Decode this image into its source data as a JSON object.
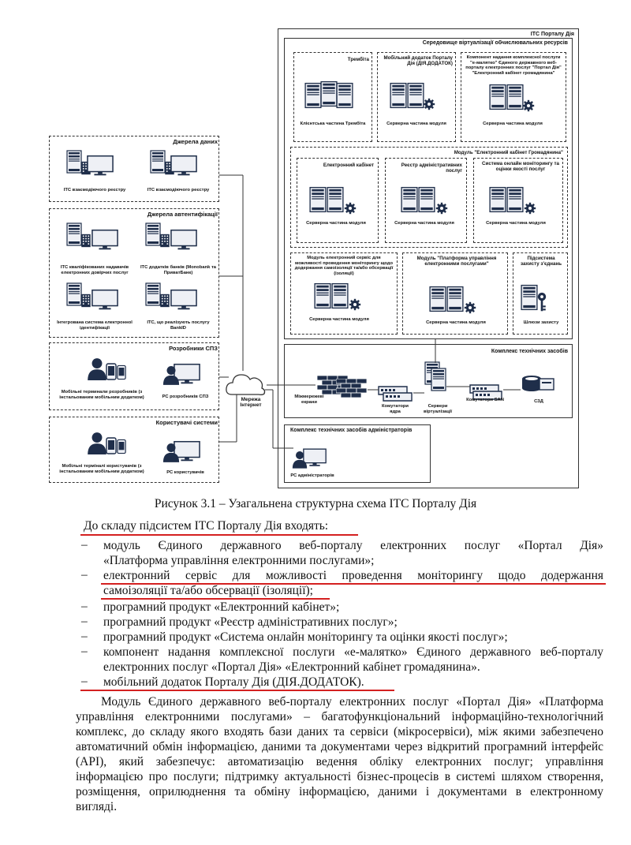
{
  "diagram": {
    "itc_portal_title": "ІТС Порталу Дія",
    "virtualization": {
      "title": "Середовище віртуалізації обчислювальних ресурсів",
      "trembita": {
        "title": "Трембіта",
        "item": "Клієнтська частина Трембіта"
      },
      "mobile_app": {
        "title": "Мобільний додаток Порталу Дія (ДІЯ.ДОДАТОК)",
        "item": "Серверна частина модуля"
      },
      "emalyatko": {
        "title": "Компонент надання комплексної послуги \"е-малятко\" Єдиного державного веб-порталу електронних послуг \"Портал Дія\" \"Електронний кабінет громадянина\"",
        "item": "Серверна частина модуля"
      },
      "cabinet_module": {
        "title": "Модуль \"Електронний кабінет Громадянина\"",
        "e_cabinet": {
          "title": "Електронний кабінет",
          "item": "Серверна частина модуля"
        },
        "registry": {
          "title": "Реєстр адміністративних послуг",
          "item": "Серверна частина модуля"
        },
        "monitoring": {
          "title": "Система онлайн моніторингу та оцінки якості послуг",
          "item": "Серверна частина модуля"
        }
      },
      "isolation": {
        "title": "Модуль електронний сервіс для можливості проведення моніторингу щодо додержання самоізоляції та/або обсервації (ізоляції)",
        "item": "Серверна частина модуля"
      },
      "platform": {
        "title": "Модуль \"Платформа управління електронними послугами\"",
        "item": "Серверна частина модуля"
      },
      "protection": {
        "title": "Підсистема захисту з'єднань",
        "item": "Шлюзи захисту"
      }
    },
    "tech": {
      "title": "Комплекс технічних засобів",
      "firewalls": "Міжмережеві екрани",
      "core_switches": "Комутатори ядра",
      "virt_servers": "Сервери віртуалізації",
      "san_switches": "Комутатори SAN",
      "storage": "СЗД"
    },
    "admin": {
      "title": "Комплекс технічних засобів адміністраторів",
      "item": "РС адміністраторів"
    },
    "network": "Мережа Інтернет",
    "data_sources": {
      "title": "Джерела даних",
      "item1": "ІТС взаємодіючого реєстру",
      "item2": "ІТС взаємодіючого реєстру"
    },
    "auth_sources": {
      "title": "Джерела автентифікації",
      "item1": "ІТС кваліфікованих надавачів електронних довірчих послуг",
      "item2": "ІТС додатків банків (Monobank та ПриватБанк)",
      "item3": "Інтегрована система електронної ідентифікації",
      "item4": "ІТС, що реалізують послугу BankID"
    },
    "developers": {
      "title": "Розробники СПЗ",
      "item1": "Мобільні терминали розробників (з інстальованим мобільним додатком)",
      "item2": "РС розробників СПЗ"
    },
    "users": {
      "title": "Користувачі системи",
      "item1": "Мобільні терміналі користувачів (з інстальованим мобільним додатком)",
      "item2": "РС користувачів"
    }
  },
  "text": {
    "caption": "Рисунок 3.1 – Узагальнена структурна схема ІТС Порталу Дія",
    "lead": "До складу підсистем ІТС Порталу Дія входять:",
    "dash": "–",
    "b1_l1": "модуль Єдиного державного веб-порталу електронних послуг «Портал Дія»",
    "b1_l2": "«Платформа управління електронними послугами»;",
    "b2_l1": "електронний сервіс для можливості проведення моніторингу щодо додержання",
    "b2_l2": "самоізоляції та/або обсервації (ізоляції);",
    "b3": "програмний продукт «Електронний кабінет»;",
    "b4": "програмний продукт «Реєстр адміністративних послуг»;",
    "b5": "програмний продукт «Система онлайн моніторингу та оцінки якості послуг»;",
    "b6_l1": "компонент надання комплексної послуги «е-малятко» Єдиного державного веб-порталу",
    "b6_l2": "електронних послуг «Портал Дія» «Електронний кабінет громадянина».",
    "b7": "мобільний додаток Порталу Дія (ДІЯ.ДОДАТОК).",
    "p_l1": "Модуль Єдиного державного веб-порталу електронних послуг «Портал Дія» «Платформа",
    "p_l2": "управління електронними послугами» – багатофункціональний інформаційно-технологічний",
    "p_l3": "комплекс, до складу якого входять бази даних та сервіси (мікросервіси), між якими забезпечено",
    "p_l4": "автоматичний обмін інформацією, даними та документами через відкритий програмний інтерфейс",
    "p_l5": "(API), який забезпечує: автоматизацію ведення обліку електронних послуг; управління",
    "p_l6": "інформацією про послуги; підтримку актуальності бізнес-процесів в системі шляхом створення,",
    "p_l7": "розміщення, оприлюднення та обміну інформацією, даними і документами в електронному",
    "p_l8": "вигляді."
  }
}
